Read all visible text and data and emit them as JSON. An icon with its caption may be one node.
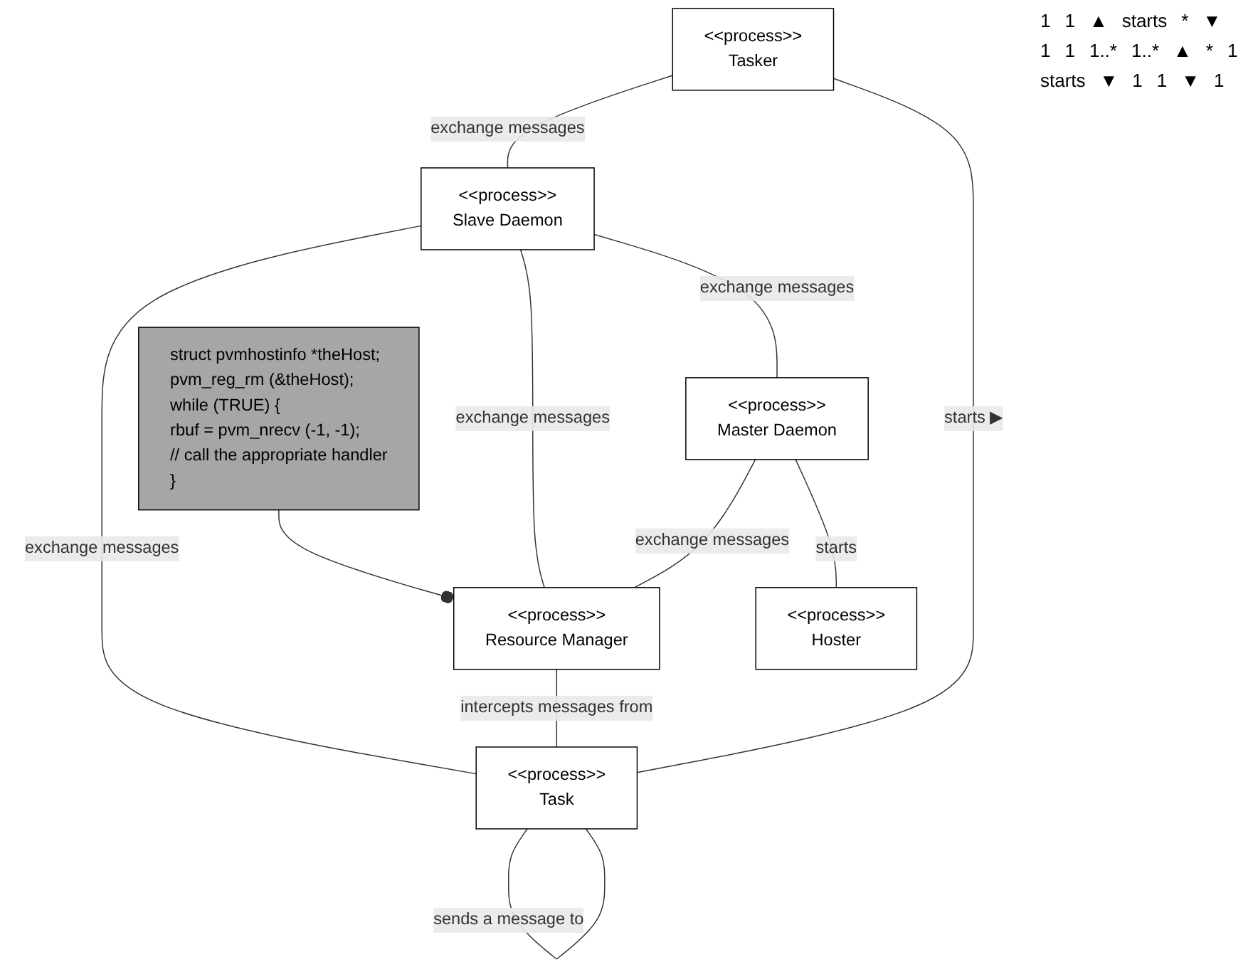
{
  "diagram": {
    "nodes": [
      {
        "text": [
          "<<process>>",
          "Tasker"
        ]
      },
      {
        "text": [
          "<<process>>",
          "Slave Daemon"
        ]
      },
      {
        "text": [
          "<<process>>",
          "Task"
        ]
      },
      {
        "text": [
          "<<process>>",
          "Resource Manager"
        ]
      },
      {
        "text": [
          "<<process>>",
          "Master Daemon"
        ]
      },
      {
        "text": [
          "<<process>>",
          "Hoster"
        ]
      },
      {
        "text": [
          "struct pvmhostinfo *theHost;",
          "pvm_reg_rm  (&theHost);",
          "while (TRUE) {",
          "rbuf = pvm_nrecv (-1, -1);",
          "// call the appropriate handler",
          "}"
        ]
      }
    ],
    "edges": [
      {
        "from": 0,
        "to": 1,
        "arrow": "none",
        "label": "exchange messages"
      },
      {
        "from": 0,
        "to": 2,
        "arrow": "none",
        "label": "starts ▶"
      },
      {
        "from": 2,
        "to": 2,
        "arrow": "none",
        "label": "sends a message to"
      },
      {
        "from": 1,
        "to": 2,
        "arrow": "none",
        "label": "exchange messages"
      },
      {
        "from": 1,
        "to": 3,
        "arrow": "none",
        "label": "exchange messages"
      },
      {
        "from": 3,
        "to": 2,
        "arrow": "none",
        "label": "intercepts messages from"
      },
      {
        "from": 1,
        "to": 4,
        "arrow": "none",
        "label": "exchange messages"
      },
      {
        "from": 4,
        "to": 3,
        "arrow": "none",
        "label": "exchange messages"
      },
      {
        "from": 4,
        "to": 5,
        "arrow": "none",
        "label": "starts"
      },
      {
        "from": 6,
        "to": 3,
        "arrow": "other"
      }
    ],
    "labels": [
      "1",
      "1",
      "▲",
      "starts",
      "*",
      "▼",
      "1",
      "1",
      "1..*",
      "1..*",
      "▲",
      "*",
      "1",
      "starts",
      "▼",
      "1",
      "1",
      "▼",
      "1"
    ]
  }
}
